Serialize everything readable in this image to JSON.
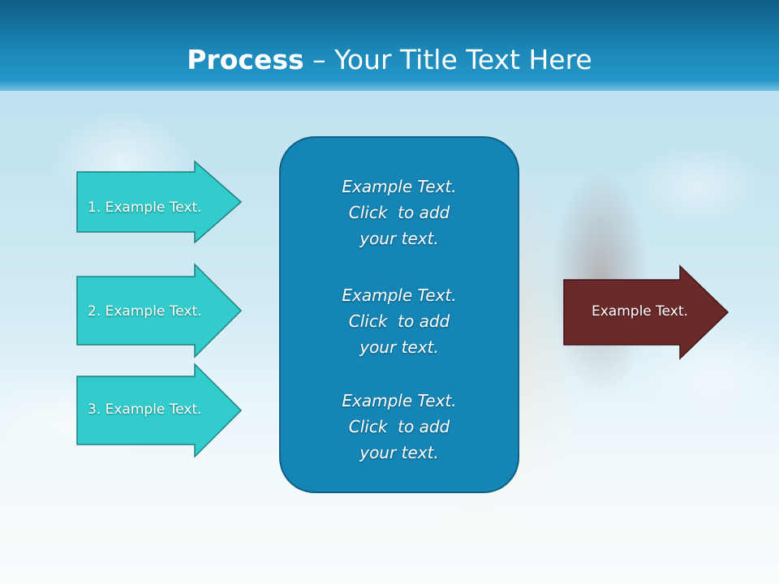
{
  "slide": {
    "title_bold": "Process",
    "title_rest": " – Your Title Text Here"
  },
  "inputs": [
    {
      "label": "1. Example Text."
    },
    {
      "label": "2. Example Text."
    },
    {
      "label": "3. Example Text."
    }
  ],
  "center": {
    "items": [
      {
        "lines": [
          "Example Text.",
          "Click  to add",
          "your text."
        ]
      },
      {
        "lines": [
          "Example Text.",
          "Click  to add",
          "your text."
        ]
      },
      {
        "lines": [
          "Example Text.",
          "Click  to add",
          "your text."
        ]
      }
    ]
  },
  "output": {
    "label": "Example Text."
  },
  "colors": {
    "header": "#1b87b8",
    "input_arrow_fill": "#33cccc",
    "input_arrow_stroke": "#1f7f7f",
    "center_fill": "#1585b5",
    "output_arrow_fill": "#6b2a2a"
  }
}
